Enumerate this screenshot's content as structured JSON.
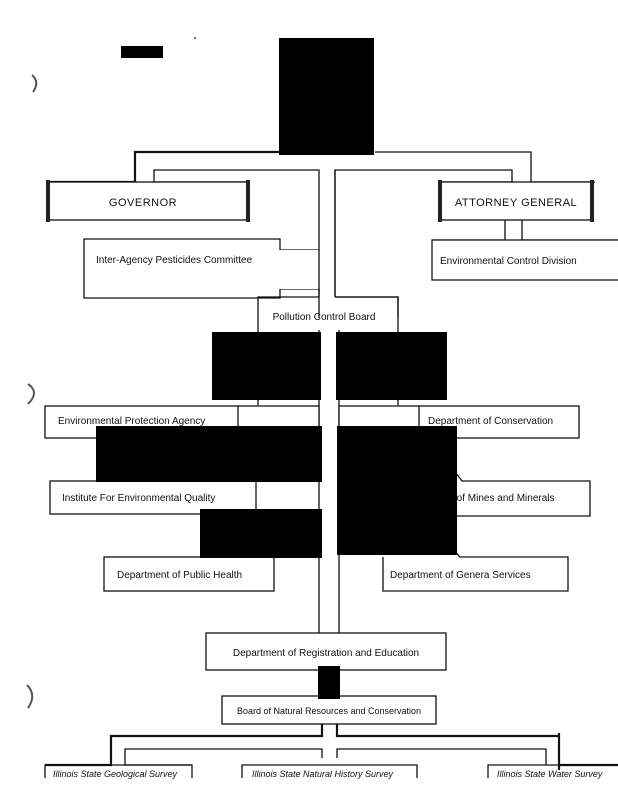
{
  "document": {
    "type": "organizational chart",
    "subject": "Illinois state environmental organization"
  },
  "nodes": {
    "governor": "GOVERNOR",
    "attorney_general": "ATTORNEY GENERAL",
    "inter_agency": "Inter-Agency Pesticides Committee",
    "env_control_division": "Environmental Control Division",
    "pollution_control_board": "Pollution Control Board",
    "epa": "Environmental Protection Agency",
    "conservation": "Department of Conservation",
    "iemq": "Institute For Environmental Quality",
    "mines_minerals": "ant of Mines and Minerals",
    "public_health": "Department of Public Health",
    "general_services": "Department of Genera  Services",
    "registration_education": "Department of Registration and Education",
    "natural_resources_board": "Board of Natural Resources and Conservation",
    "geological_survey": "Illinois State Geological Survey",
    "natural_history_survey": "Illinois State Natural History Survey",
    "water_survey": "Illinois State Water Survey"
  },
  "redactions": {
    "count": 11,
    "color": "#000000"
  }
}
